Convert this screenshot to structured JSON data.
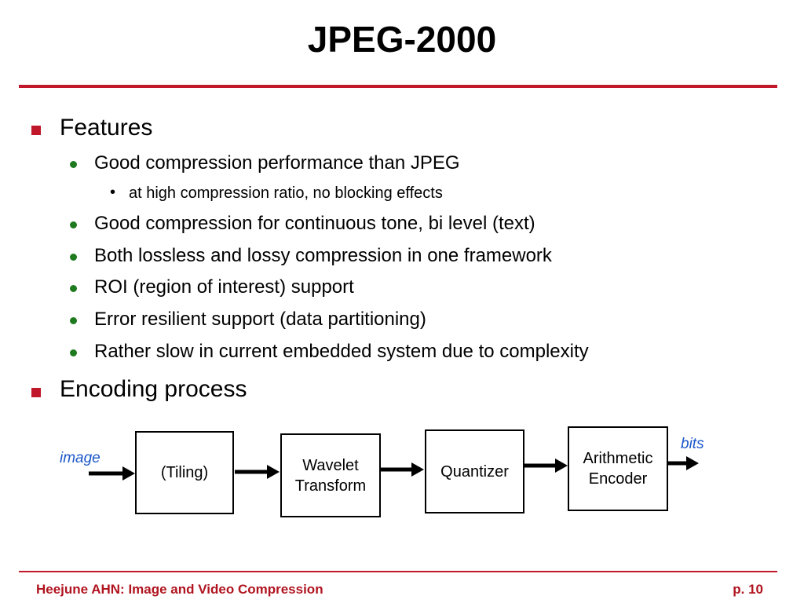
{
  "slide": {
    "title": "JPEG-2000",
    "footer_left": "Heejune AHN: Image and Video Compression",
    "footer_right": "p. 10"
  },
  "outline": {
    "features": "Features",
    "good_compression": "Good compression performance than JPEG",
    "high_ratio": "at high compression ratio, no blocking effects",
    "continuous_tone": "Good compression for continuous tone, bi level (text)",
    "lossless_lossy": "Both lossless and lossy compression in one framework",
    "roi": "ROI (region of interest) support",
    "error_resilient": "Error resilient support (data partitioning)",
    "slow": "Rather slow in current embedded system due to complexity",
    "encoding_process": "Encoding process",
    "sub_bullet_glyph": "•"
  },
  "diagram": {
    "input_label": "image",
    "output_label": "bits",
    "tiling": "(Tiling)",
    "wavelet_line1": "Wavelet",
    "wavelet_line2": "Transform",
    "quantizer": "Quantizer",
    "arith_line1": "Arithmetic",
    "arith_line2": "Encoder"
  },
  "colors": {
    "accent_red": "#c0182a",
    "bullet_green": "#1f7a1f",
    "label_blue": "#1a56c9"
  }
}
